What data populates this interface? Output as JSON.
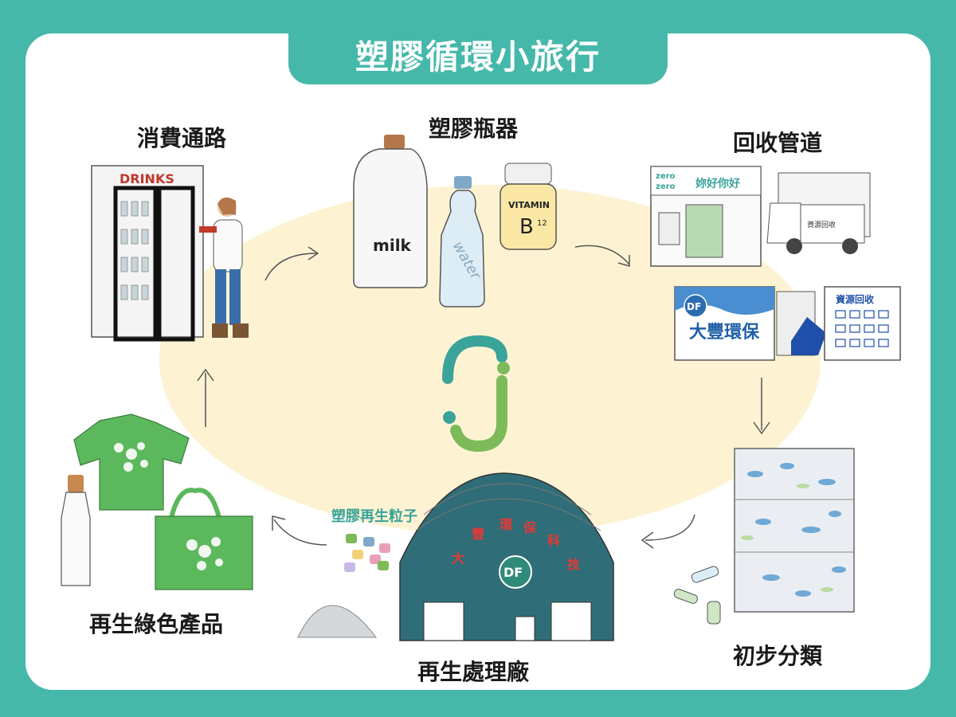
{
  "title": "塑膠循環小旅行",
  "stages": {
    "consumer_channel": "消費通路",
    "plastic_containers": "塑膠瓶器",
    "recycling_channel": "回收管道",
    "initial_sorting": "初步分類",
    "regeneration_plant": "再生處理廠",
    "green_products": "再生綠色產品",
    "plastic_pellets": "塑膠再生粒子"
  },
  "illustration_text": {
    "fridge_sign": "DRINKS",
    "milk": "milk",
    "water": "water",
    "vitamin_top": "VITAMIN",
    "vitamin_b": "B",
    "vitamin_12": "12",
    "store_zero1": "zero",
    "store_zero2": "zero",
    "store_name": "妳好你好",
    "truck_sign": "資源回收",
    "df_company": "大豐環保",
    "df_badge": "DF",
    "recycle_board": "資源回收",
    "factory_chars": [
      "大",
      "豐",
      "環",
      "保",
      "科",
      "技"
    ]
  },
  "colors": {
    "teal": "#45b8aa",
    "cream": "#fdf3d3",
    "green_product": "#5cb85c",
    "factory": "#2f6e78",
    "logo_teal": "#3aa39a",
    "logo_green": "#7dbb5a"
  }
}
